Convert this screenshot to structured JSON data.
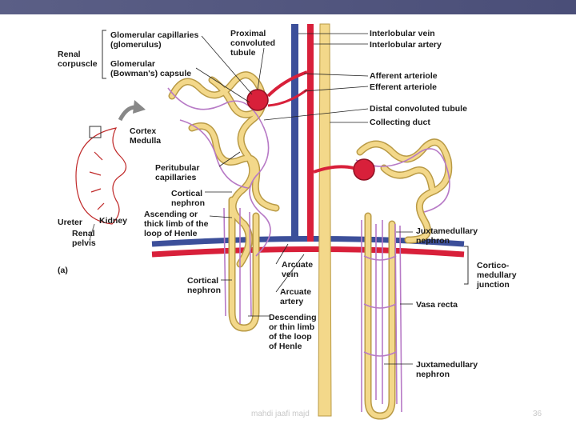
{
  "labels": {
    "renal_corpuscle": [
      "Renal",
      "corpuscle"
    ],
    "glomerular_capillaries": [
      "Glomerular capillaries",
      "(glomerulus)"
    ],
    "glomerular_capsule": [
      "Glomerular",
      "(Bowman's) capsule"
    ],
    "proximal_tubule": [
      "Proximal",
      "convoluted",
      "tubule"
    ],
    "interlobular_vein": "Interlobular vein",
    "interlobular_artery": "Interlobular artery",
    "afferent_arteriole": "Afferent arteriole",
    "efferent_arteriole": "Efferent arteriole",
    "distal_tubule": "Distal convoluted tubule",
    "collecting_duct": "Collecting duct",
    "cortex": "Cortex",
    "medulla": "Medulla",
    "peritubular_capillaries": [
      "Peritubular",
      "capillaries"
    ],
    "cortical_nephron_1": [
      "Cortical",
      "nephron"
    ],
    "ascending_limb": [
      "Ascending or",
      "thick limb of the",
      "loop of Henle"
    ],
    "ureter": "Ureter",
    "kidney": "Kidney",
    "renal_pelvis": [
      "Renal",
      "pelvis"
    ],
    "panel": "(a)",
    "juxtamedullary_nephron_1": [
      "Juxtamedullary",
      "nephron"
    ],
    "cortico_medullary_junction": [
      "Cortico-",
      "medullary",
      "junction"
    ],
    "arcuate_vein": [
      "Arcuate",
      "vein"
    ],
    "arcuate_artery": [
      "Arcuate",
      "artery"
    ],
    "cortical_nephron_2": [
      "Cortical",
      "nephron"
    ],
    "vasa_recta": "Vasa recta",
    "descending_limb": [
      "Descending",
      "or thin limb",
      "of the loop",
      "of Henle"
    ],
    "juxtamedullary_nephron_2": [
      "Juxtamedullary",
      "nephron"
    ]
  },
  "footer": {
    "author": "mahdi jaafi majd",
    "page_number": "36"
  },
  "colors": {
    "artery": "#d8203a",
    "vein": "#3c4f9a",
    "tubule": "#f3d88a",
    "tubule_outline": "#b99a45",
    "capillary": "#b77ac6",
    "header_bar": "#52567f"
  }
}
